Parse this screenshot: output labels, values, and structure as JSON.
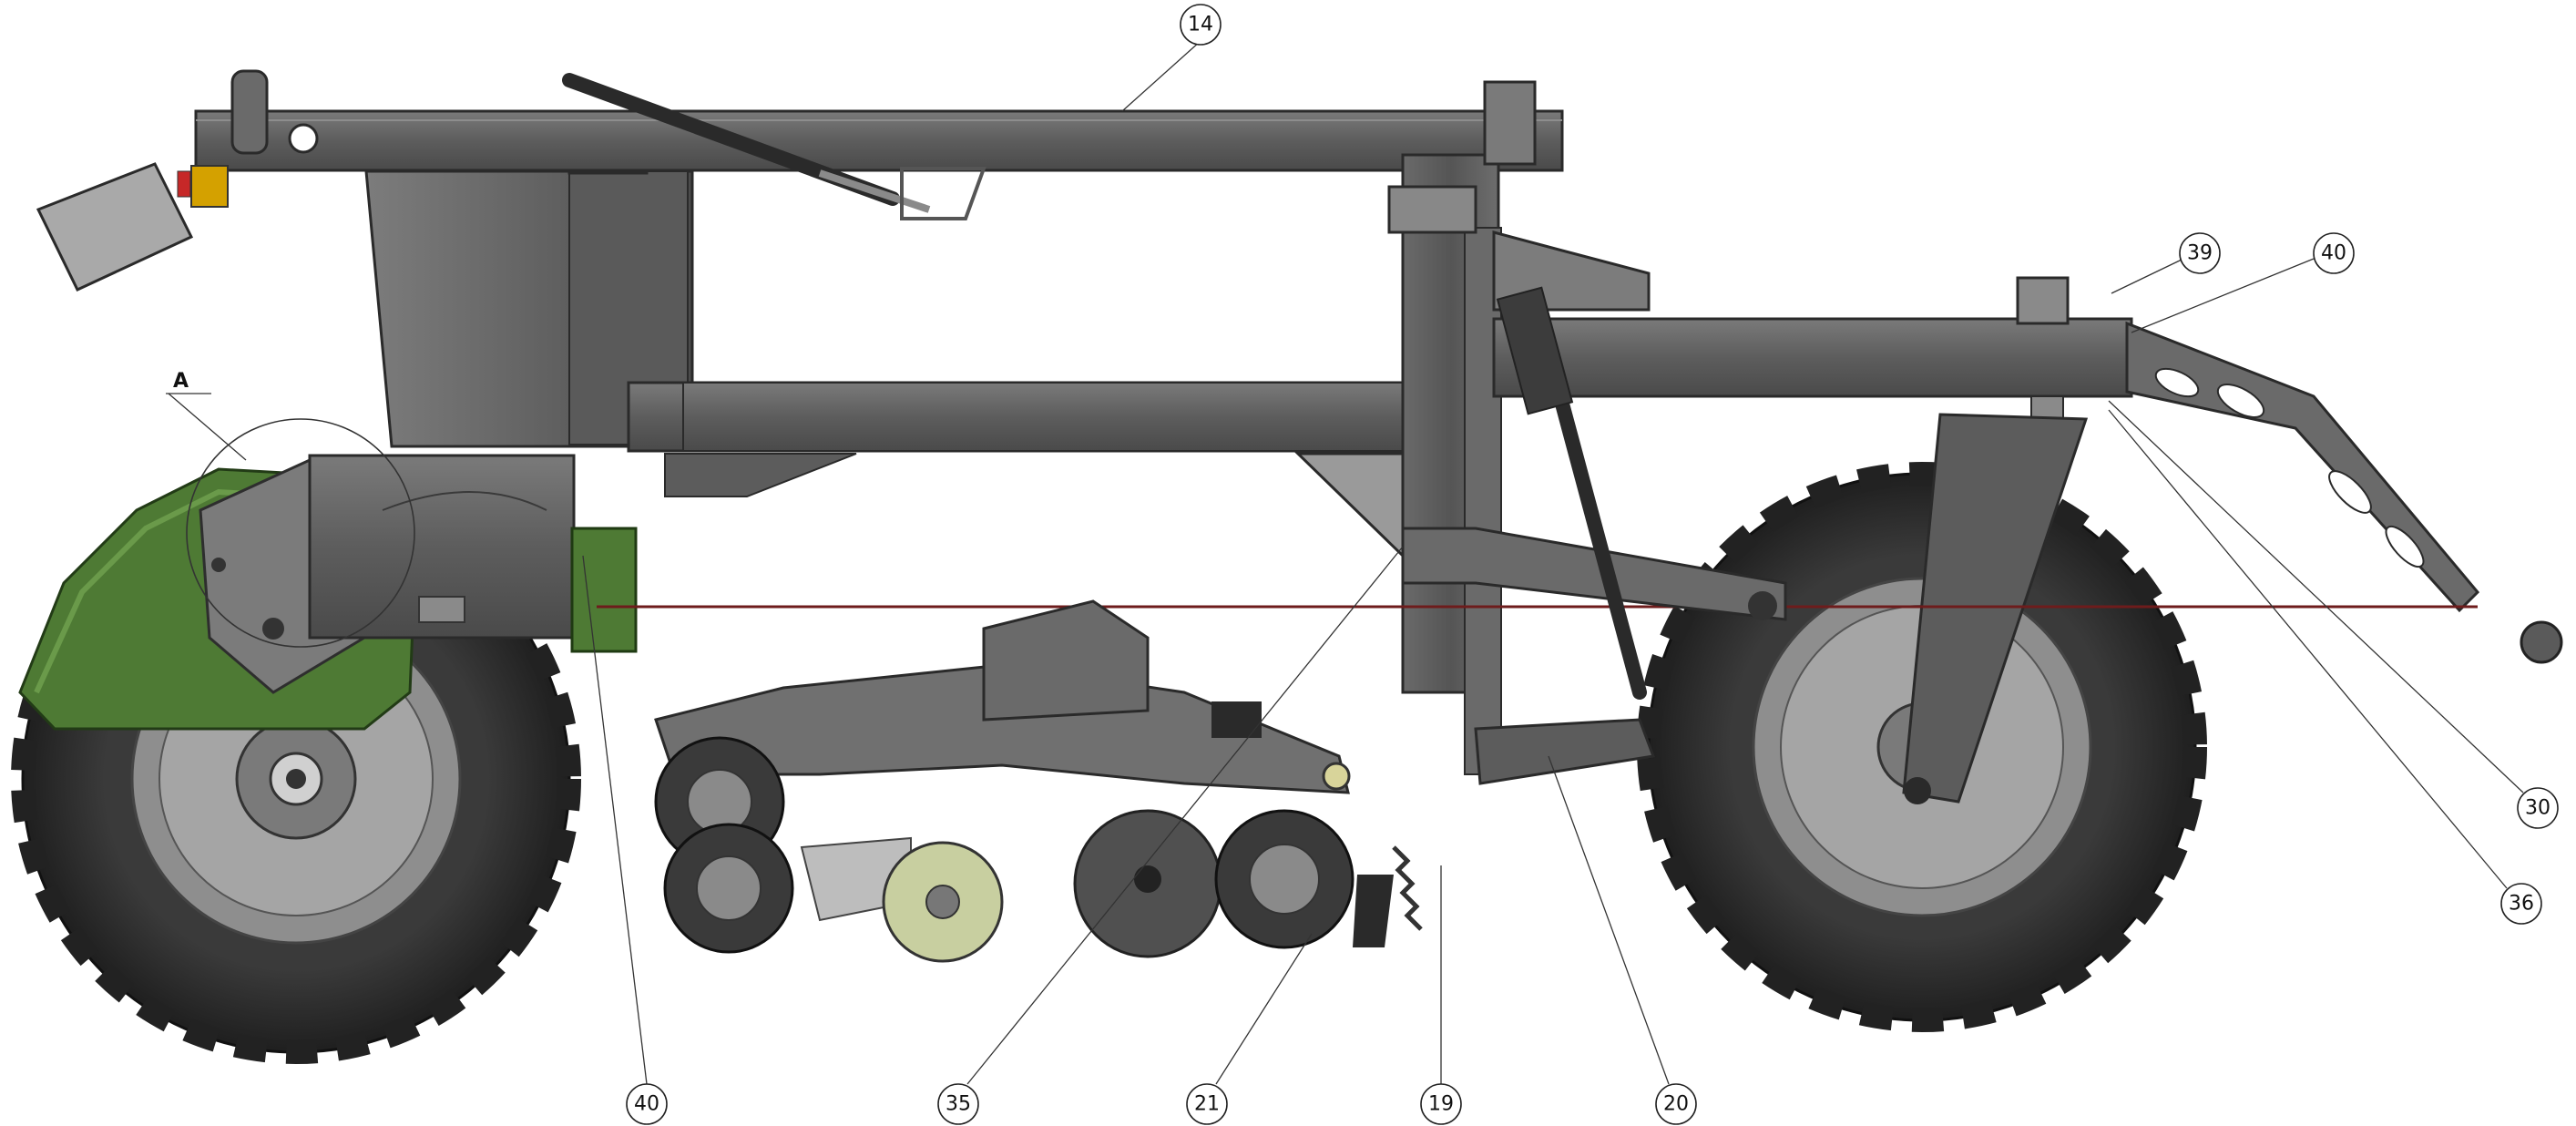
{
  "diagram": {
    "detail_view_label": "A",
    "callouts": [
      {
        "id": "c14",
        "label": "14"
      },
      {
        "id": "c39",
        "label": "39"
      },
      {
        "id": "c40-top",
        "label": "40"
      },
      {
        "id": "c30",
        "label": "30"
      },
      {
        "id": "c36",
        "label": "36"
      },
      {
        "id": "c40-bottom",
        "label": "40"
      },
      {
        "id": "c35",
        "label": "35"
      },
      {
        "id": "c21",
        "label": "21"
      },
      {
        "id": "c19",
        "label": "19"
      },
      {
        "id": "c20",
        "label": "20"
      }
    ]
  },
  "colors": {
    "frame": "#5f5f5f",
    "frame_dark": "#3f3f3f",
    "frame_light": "#8c8c8c",
    "tire": "#2b2b2b",
    "rim": "#9a9a9a",
    "green_guard": "#4e7a34",
    "gauge_wheel": "#c8cfa0",
    "chain": "#6e1c1c"
  }
}
